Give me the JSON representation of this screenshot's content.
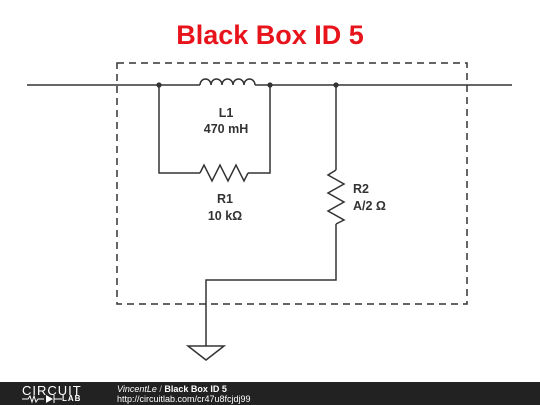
{
  "title": "Black Box ID 5",
  "components": {
    "l1": {
      "name": "L1",
      "value": "470 mH"
    },
    "r1": {
      "name": "R1",
      "value": "10 kΩ"
    },
    "r2": {
      "name": "R2",
      "value": "A/2 Ω"
    }
  },
  "footer": {
    "logo_top": "CIRCUIT",
    "logo_bottom": "LAB",
    "author": "VincentLe",
    "separator": " / ",
    "project": "Black Box ID 5",
    "url": "http://circuitlab.com/cr47u8fcjdj99"
  },
  "colors": {
    "title": "#e8141c",
    "wire": "#333333",
    "footer_bg": "#222222"
  }
}
